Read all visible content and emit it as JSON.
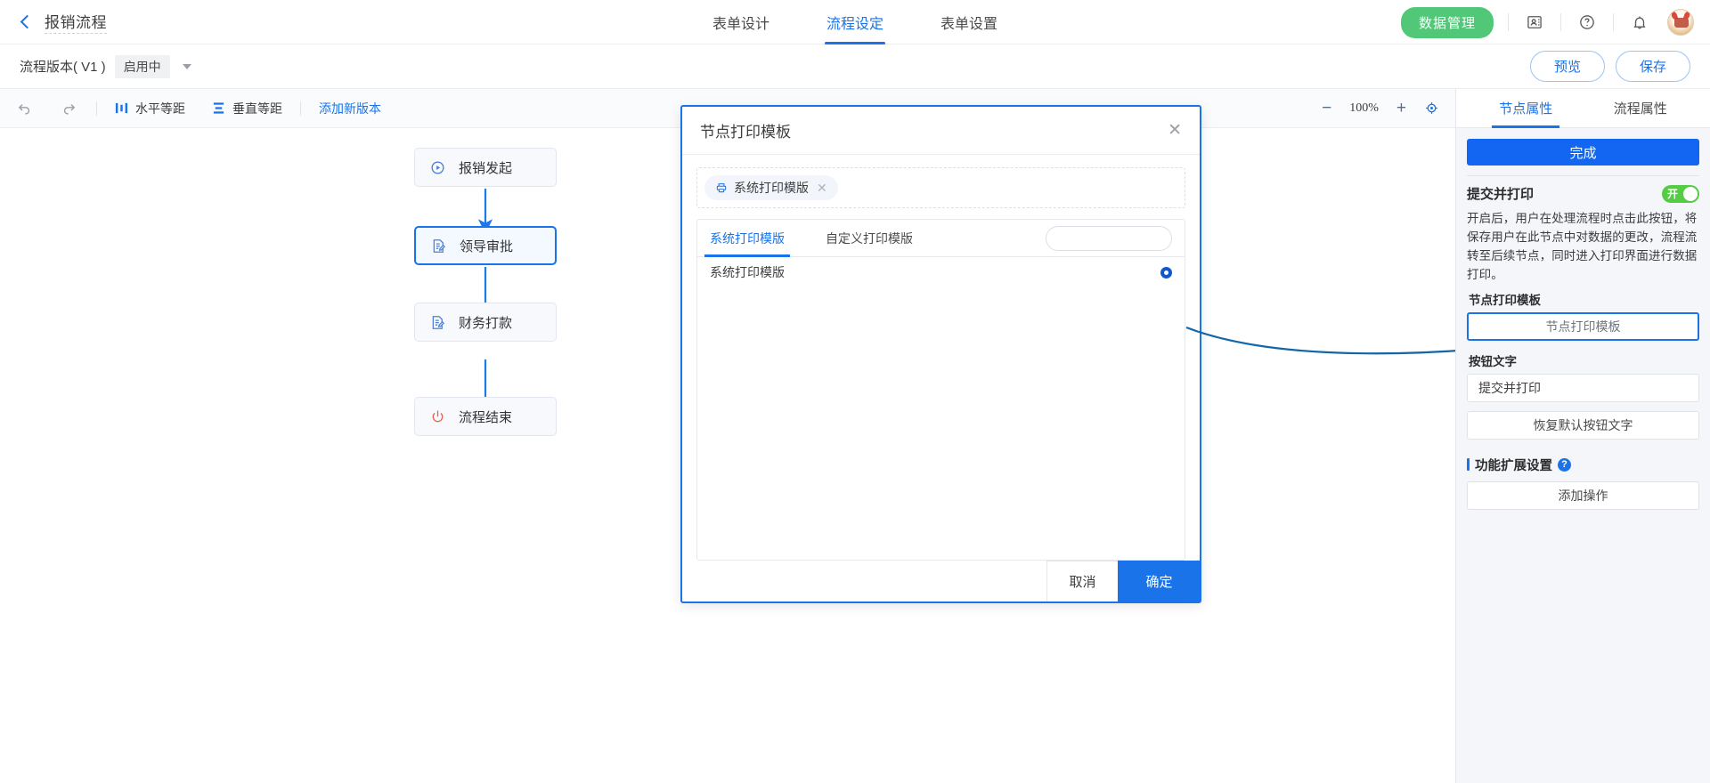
{
  "header": {
    "back_icon": "chevron-left-icon",
    "title": "报销流程",
    "tabs": [
      {
        "label": "表单设计",
        "active": false
      },
      {
        "label": "流程设定",
        "active": true
      },
      {
        "label": "表单设置",
        "active": false
      }
    ],
    "data_mgmt_label": "数据管理",
    "icons": [
      "contact-card-icon",
      "help-circle-icon",
      "bell-icon"
    ],
    "avatar": "user-avatar"
  },
  "version_bar": {
    "version_label": "流程版本( V1 )",
    "state_badge": "启用中",
    "dropdown_icon": "chevron-down-icon",
    "preview_label": "预览",
    "save_label": "保存"
  },
  "canvas_toolbar": {
    "undo_icon": "undo-icon",
    "redo_icon": "redo-icon",
    "horizontal_label": "水平等距",
    "vertical_label": "垂直等距",
    "add_version_label": "添加新版本",
    "zoom_out": "−",
    "zoom_value": "100%",
    "zoom_in": "+",
    "fit_icon": "target-icon"
  },
  "flow": {
    "nodes": [
      {
        "label": "报销发起",
        "icon": "play-circle-icon",
        "selected": false
      },
      {
        "label": "领导审批",
        "icon": "approval-doc-icon",
        "selected": true
      },
      {
        "label": "财务打款",
        "icon": "approval-doc-icon",
        "selected": false
      },
      {
        "label": "流程结束",
        "icon": "power-off-icon",
        "selected": false
      }
    ]
  },
  "modal": {
    "title": "节点打印模板",
    "close_icon": "close-icon",
    "tag": {
      "icon": "printer-icon",
      "label": "系统打印模版",
      "remove_icon": "close-small-icon"
    },
    "tabs": [
      {
        "label": "系统打印模版",
        "active": true
      },
      {
        "label": "自定义打印模版",
        "active": false
      }
    ],
    "search_placeholder": "",
    "search_value": "",
    "search_icon": "search-icon",
    "rows": [
      {
        "label": "系统打印模版",
        "selected": true
      }
    ],
    "cancel_label": "取消",
    "confirm_label": "确定"
  },
  "sidebar": {
    "tabs": [
      {
        "label": "节点属性",
        "active": true
      },
      {
        "label": "流程属性",
        "active": false
      }
    ],
    "done_label": "完成",
    "submit_print": {
      "title": "提交并打印",
      "switch_label": "开",
      "switch_on": true,
      "description": "开启后，用户在处理流程时点击此按钮，将保存用户在此节点中对数据的更改，流程流转至后续节点，同时进入打印界面进行数据打印。"
    },
    "node_print_template": {
      "label": "节点打印模板",
      "button_label": "节点打印模板"
    },
    "button_text": {
      "label": "按钮文字",
      "value": "提交并打印",
      "restore_label": "恢复默认按钮文字"
    },
    "extension": {
      "title": "功能扩展设置",
      "help_icon": "help-icon",
      "add_action_label": "添加操作"
    }
  },
  "colors": {
    "accent_blue": "#1a73e8",
    "primary_blue": "#1266f1",
    "green": "#50c878",
    "switch_green": "#54cc44",
    "canvas_bg": "#ffffff",
    "sidebar_bg": "#f4f6fa"
  }
}
